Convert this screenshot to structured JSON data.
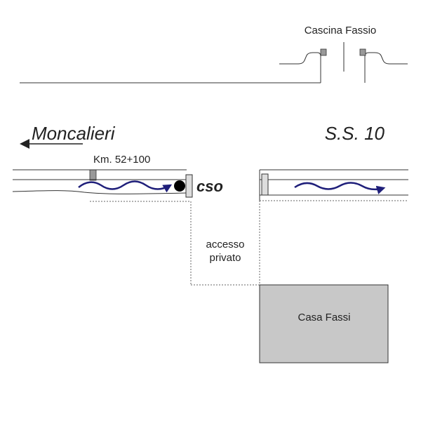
{
  "labels": {
    "farm": "Cascina Fassio",
    "town": "Moncalieri",
    "road": "S.S. 10",
    "kilometer": "Km. 52+100",
    "cso": "cso",
    "access_line1": "accesso",
    "access_line2": "privato",
    "house": "Casa Fassi"
  },
  "colors": {
    "line": "#333333",
    "flow_arrow": "#1f1f7a",
    "house_fill": "#c8c8c8",
    "post_fill": "#999999",
    "wall_fill": "#dddddd",
    "dot": "#000000"
  },
  "icons": {
    "direction": "left-arrow-icon",
    "flow": "wavy-flow-arrow-icon",
    "outfall": "black-dot-icon"
  }
}
